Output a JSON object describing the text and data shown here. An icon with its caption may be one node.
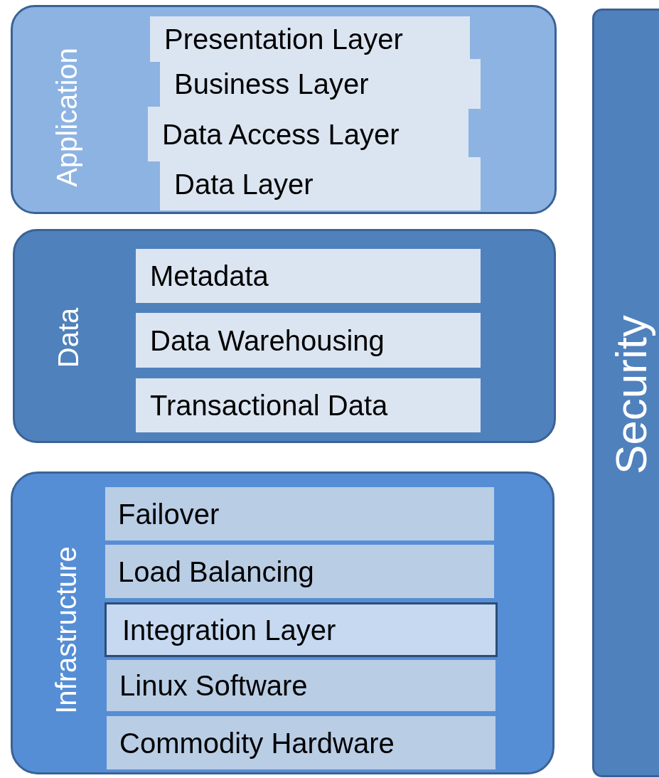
{
  "diagram": {
    "nodes": [
      {
        "text": [
          "Application"
        ]
      },
      {
        "text": [
          "Presentation Layer"
        ],
        "in": 0
      },
      {
        "text": [
          "Business Layer"
        ],
        "in": 0
      },
      {
        "text": [
          "Data Access Layer"
        ],
        "in": 0
      },
      {
        "text": [
          "Data Layer"
        ],
        "in": 0
      },
      {
        "text": [
          "Data"
        ]
      },
      {
        "text": [
          "Metadata"
        ],
        "in": 5
      },
      {
        "text": [
          "Data Warehousing"
        ],
        "in": 5
      },
      {
        "text": [
          "Transactional Data"
        ],
        "in": 5
      },
      {
        "text": [
          "Infrastructure"
        ]
      },
      {
        "text": [
          "Failover"
        ],
        "in": 9
      },
      {
        "text": [
          "Load Balancing"
        ],
        "in": 9
      },
      {
        "text": [
          "Integration Layer"
        ],
        "in": 9
      },
      {
        "text": [
          "Linux Software"
        ],
        "in": 9
      },
      {
        "text": [
          "Commodity Hardware"
        ],
        "in": 9
      },
      {
        "text": [
          "Security"
        ]
      }
    ]
  }
}
